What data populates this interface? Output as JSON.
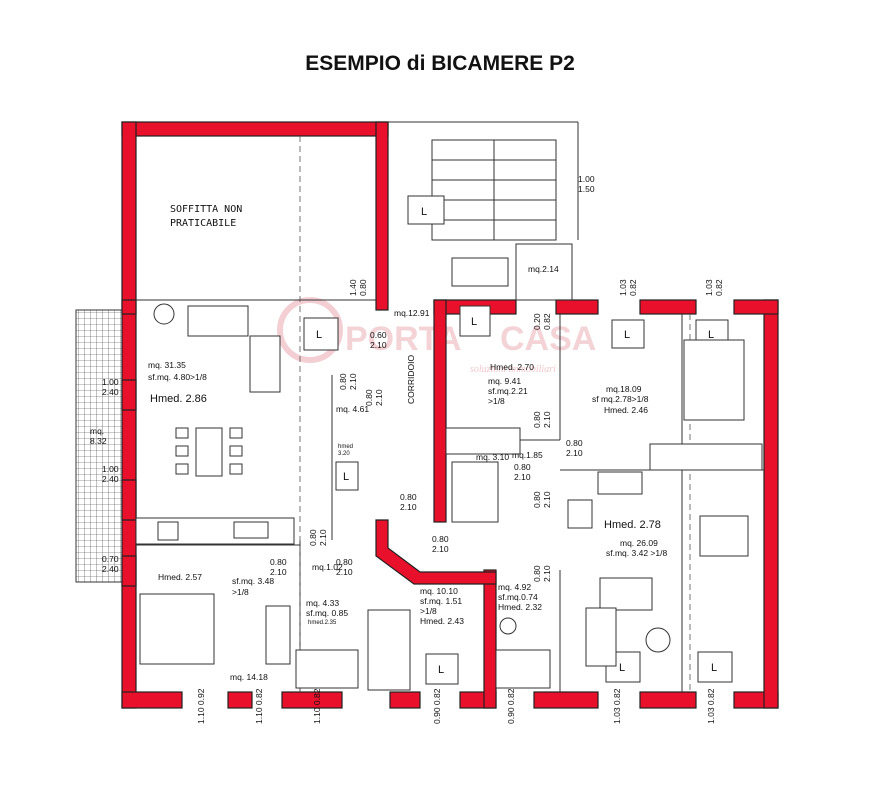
{
  "title": "ESEMPIO di  BICAMERE  P2",
  "watermark": {
    "brand": "CASA",
    "prefix": "PORTA",
    "tagline": "soluzioni immobiliari"
  },
  "colors": {
    "wall": "#e8102a",
    "balcony": "#e8102a",
    "line": "#333333"
  },
  "rooms": {
    "attic": "SOFFITTA NON\nPRATICABILE",
    "living": {
      "area": "mq. 31.35",
      "sf": "sf.mq. 4.80>1/8",
      "hmed": "Hmed. 2.86"
    },
    "balcony": {
      "label": "mq.\n8.32"
    },
    "corridor": {
      "label": "CORRIDOIO",
      "area": "mq.12.91"
    },
    "bath1": {
      "area": "mq. 4.61",
      "hmed": "hmed\n3.20"
    },
    "stair": {
      "area": "mq.2.14"
    },
    "bed1": {
      "hmed": "Hmed. 2.57",
      "sf": "sf.mq. 3.48\n>1/8",
      "area": "mq. 14.18"
    },
    "bath2": {
      "area": "mq. 4.33",
      "sf": "sf.mq. 0.85",
      "hmed": "hmed.2.35"
    },
    "room3": {
      "area": "mq. 10.10",
      "sf": "sf.mq. 1.51",
      "ratio": ">1/8",
      "hmed": "Hmed. 2.43"
    },
    "room4": {
      "hmed": "Hmed. 2.70",
      "area": "mq. 9.41",
      "sf": "sf.mq.2.21",
      "ratio": ">1/8"
    },
    "bath3": {
      "area": "mq. 3.10"
    },
    "hall": {
      "area": "mq.1.85"
    },
    "bed2": {
      "area": "mq.18.09",
      "sf": "sf mq.2.78>1/8",
      "hmed": "Hmed. 2.46"
    },
    "kitchen": {
      "hmed": "Hmed. 2.78",
      "area": "mq. 26.09",
      "sf": "sf.mq. 3.42 >1/8"
    },
    "bath4": {
      "area": "mq. 4.92",
      "sf": "sf.mq.0.74",
      "hmed": "Hmed. 2.32"
    }
  },
  "dims": {
    "d_100_150": [
      "1.00",
      "1.50"
    ],
    "d_140_080": [
      "1.40",
      "0.80"
    ],
    "d_060_210": [
      "0.60",
      "2.10"
    ],
    "d_020_082": [
      "0.20",
      "0.82"
    ],
    "d_103_082_a": [
      "1.03",
      "0.82"
    ],
    "d_103_082_b": [
      "1.03",
      "0.82"
    ],
    "d_100_240_a": [
      "1.00",
      "2.40"
    ],
    "d_100_240_b": [
      "1.00",
      "2.40"
    ],
    "d_070_240": [
      "0.70",
      "2.40"
    ],
    "d_080_210_a": [
      "0.80",
      "2.10"
    ],
    "d_080_210_b": [
      "0.80",
      "2.10"
    ],
    "d_080_210_c": [
      "0.80",
      "2.10"
    ],
    "d_080_210_d": [
      "0.80",
      "2.10"
    ],
    "d_080_210_e": [
      "0.80",
      "2.10"
    ],
    "d_080_210_f": [
      "0.80",
      "2.10"
    ],
    "d_080_210_g": [
      "0.80",
      "2.10"
    ],
    "d_080_210_h": [
      "0.80",
      "2.10"
    ],
    "d_080_210_i": [
      "0.80",
      "2.10"
    ],
    "d_080_210_j": [
      "0.80",
      "2.10"
    ],
    "d_080_210_k": [
      "0.80",
      "2.10"
    ],
    "d_080_210_l": [
      "0.80",
      "2.10"
    ],
    "mq_102": "mq.1.02",
    "bottom": [
      "1.10\n0.92",
      "1.10\n0.82",
      "1.10\n0.82",
      "0.90\n0.82",
      "0.90\n0.82",
      "1.03\n0.82",
      "1.03\n0.82"
    ]
  },
  "symbols": {
    "lift": "L"
  }
}
